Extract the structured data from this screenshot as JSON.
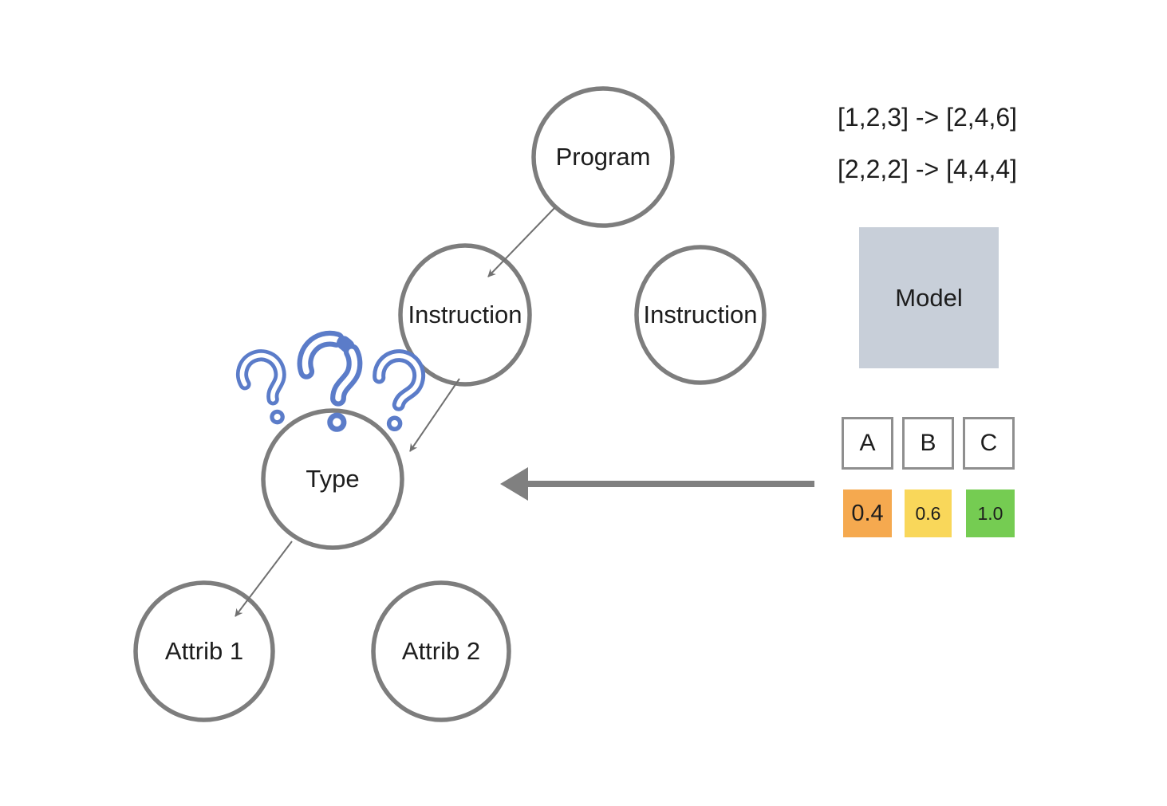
{
  "diagram": {
    "nodes": {
      "program": "Program",
      "instruction_left": "Instruction",
      "instruction_right": "Instruction",
      "type": "Type",
      "attrib_1": "Attrib 1",
      "attrib_2": "Attrib 2"
    },
    "question_marks_count": 3
  },
  "examples": {
    "line_1": "[1,2,3] -> [2,4,6]",
    "line_2": "[2,2,2] -> [4,4,4]"
  },
  "model_box": {
    "label": "Model",
    "fill": "#c8cfd9"
  },
  "outputs": {
    "labels": {
      "a": "A",
      "b": "B",
      "c": "C"
    },
    "scores": {
      "a": {
        "value": "0.4",
        "color": "#f5a94f"
      },
      "b": {
        "value": "0.6",
        "color": "#f9d75a"
      },
      "c": {
        "value": "1.0",
        "color": "#75cc52"
      }
    }
  },
  "colors": {
    "node_stroke": "#7d7d7d",
    "connector_gray": "#707070",
    "big_arrow_gray": "#808080",
    "question_mark_blue": "#5b7cc9",
    "text": "#1d1d1d",
    "abc_border": "#8f8f8f"
  }
}
